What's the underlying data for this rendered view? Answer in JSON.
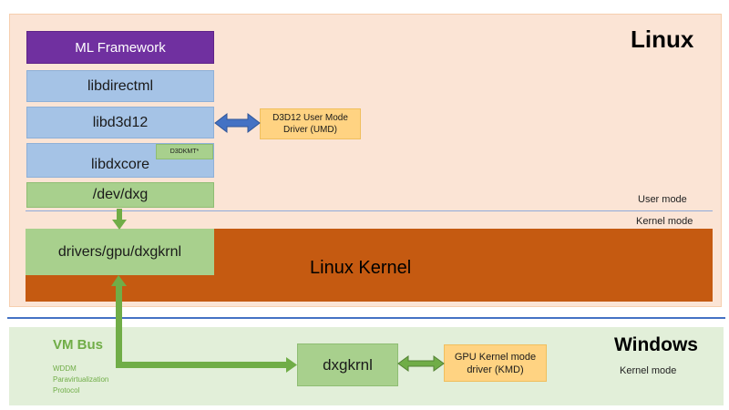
{
  "regions": {
    "linux_title": "Linux",
    "windows_title": "Windows",
    "user_mode": "User mode",
    "kernel_mode_linux": "Kernel mode",
    "kernel_mode_windows": "Kernel mode"
  },
  "stack": {
    "ml_framework": "ML Framework",
    "libdirectml": "libdirectml",
    "libd3d12": "libd3d12",
    "libdxcore": "libdxcore",
    "d3dkmt": "D3DKMT*",
    "dev_dxg": "/dev/dxg"
  },
  "umd": {
    "line1": "D3D12 User Mode",
    "line2": "Driver (UMD)"
  },
  "kernel": {
    "label": "Linux Kernel",
    "driver": "drivers/gpu/dxgkrnl"
  },
  "windows": {
    "vmbus": "VM Bus",
    "wddm_line1": "WDDM",
    "wddm_line2": "Paravirtualization",
    "wddm_line3": "Protocol",
    "dxgkrnl": "dxgkrnl",
    "kmd_line1": "GPU Kernel mode",
    "kmd_line2": "driver (KMD)"
  },
  "colors": {
    "linux_bg": "#fbe4d5",
    "windows_bg": "#e2efd9",
    "ml_framework": "#7030a0",
    "lib_blue": "#a5c3e6",
    "green": "#a8d08d",
    "yellow": "#ffd382",
    "kernel_orange": "#c55a11",
    "arrow_blue": "#4472c4",
    "arrow_green": "#70ad47"
  }
}
